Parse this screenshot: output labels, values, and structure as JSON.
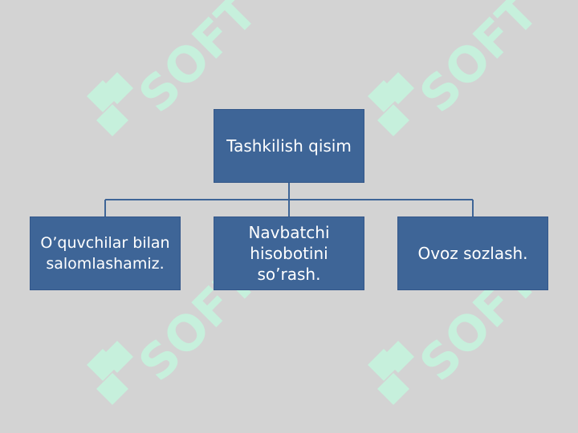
{
  "colors": {
    "background": "#d3d3d3",
    "box_fill": "#3e6597",
    "connector": "#3e6597",
    "watermark": "#c6f0dc"
  },
  "watermark": {
    "text": "SOFT",
    "icon": "soft-logo-icon"
  },
  "org_chart": {
    "root": "Tashkilish qisim",
    "children": [
      "O’quvchilar bilan\nsalomlashamiz.",
      "Navbatchi\nhisobotini\nso’rash.",
      "Ovoz sozlash."
    ]
  }
}
